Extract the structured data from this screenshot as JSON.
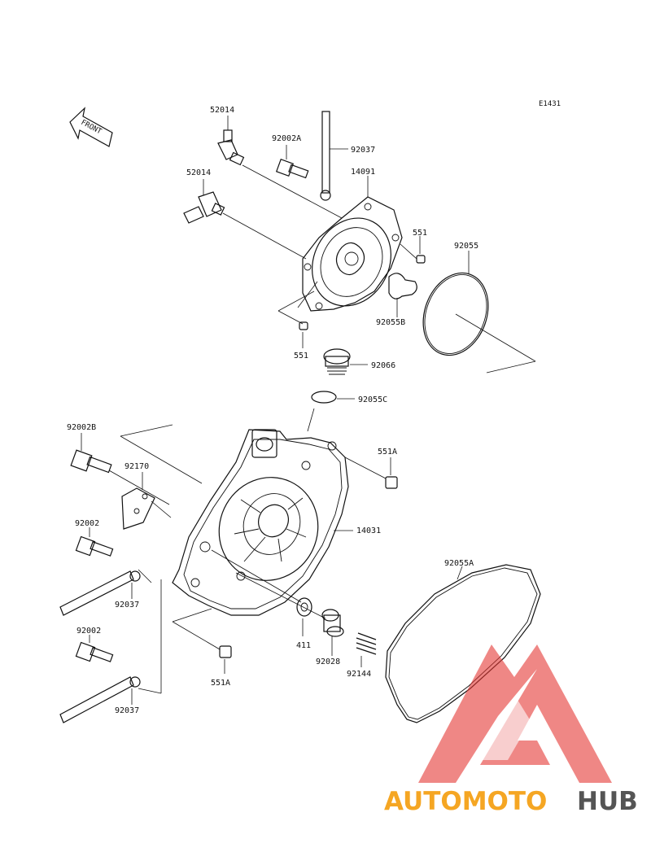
{
  "diagram_code": "E1431",
  "front_label": "FRONT",
  "labels": {
    "l52014_top": "52014",
    "l92002A": "92002A",
    "l92037_top": "92037",
    "l14091": "14091",
    "l52014_mid": "52014",
    "l551_upper": "551",
    "l92055": "92055",
    "l92055B": "92055B",
    "l551_lower": "551",
    "l92066": "92066",
    "l92055C": "92055C",
    "l92002B": "92002B",
    "l92170": "92170",
    "l551A_right": "551A",
    "l14031": "14031",
    "l92002_a": "92002",
    "l92055A": "92055A",
    "l92037_mid": "92037",
    "l411": "411",
    "l92002_b": "92002",
    "l92028": "92028",
    "l92144": "92144",
    "l551A_bottom": "551A",
    "l92037_bottom": "92037"
  },
  "watermark": {
    "part1": "AUTOMOTO",
    "part2": "HUB",
    "color1": "#f5a623",
    "color2": "#555555",
    "logo_color": "#e53935"
  }
}
